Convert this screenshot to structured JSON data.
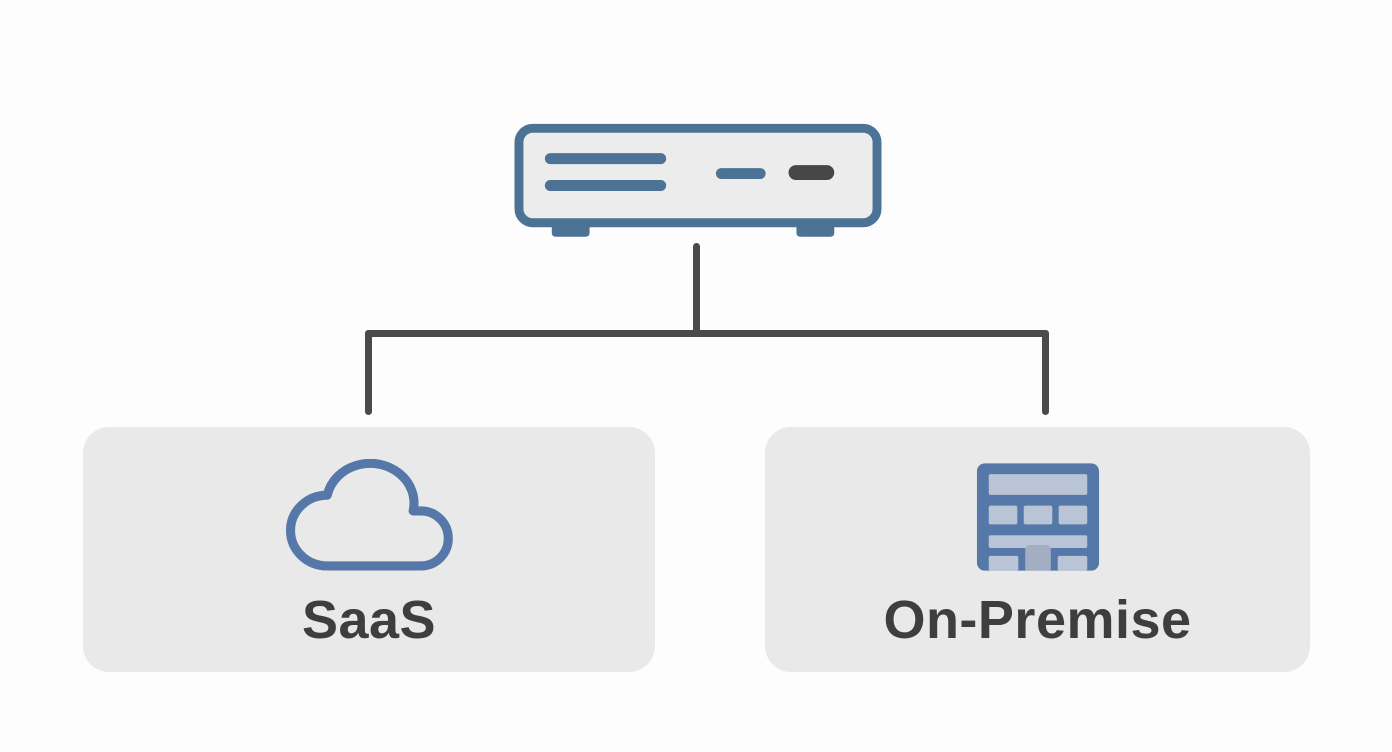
{
  "diagram": {
    "title": "deployment-options",
    "root": {
      "icon": "server-appliance-icon"
    },
    "children": [
      {
        "id": "saas",
        "label": "SaaS",
        "icon": "cloud-icon"
      },
      {
        "id": "on-premise",
        "label": "On-Premise",
        "icon": "building-icon"
      }
    ]
  },
  "colors": {
    "server_blue": "#4C7396",
    "server_fill": "#ECECEC",
    "dark_bar": "#474747",
    "connector_gray": "#4A4A4A",
    "card_bg": "#E9E9E9",
    "icon_blue": "#5578A8",
    "window_light": "#B9C4D6",
    "door_gray": "#A3AEC2",
    "label_text": "#3E3E3E",
    "background": "#FDFDFD"
  }
}
